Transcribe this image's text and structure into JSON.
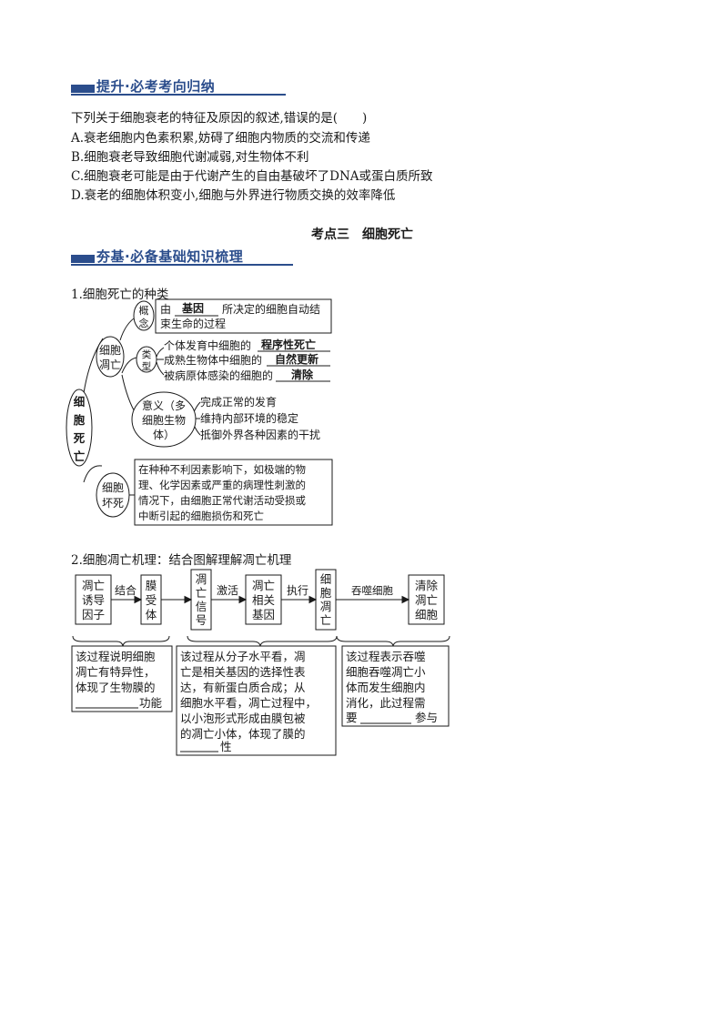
{
  "section1": {
    "title": "提升·必考考向归纳"
  },
  "question": {
    "stem": "下列关于细胞衰老的特征及原因的叙述,错误的是(　　)",
    "options": [
      "A.衰老细胞内色素积累,妨碍了细胞内物质的交流和传递",
      "B.细胞衰老导致细胞代谢减弱,对生物体不利",
      "C.细胞衰老可能是由于代谢产生的自由基破坏了DNA或蛋白质所致",
      "D.衰老的细胞体积变小,细胞与外界进行物质交换的效率降低"
    ]
  },
  "topic_title": "考点三　细胞死亡",
  "section2": {
    "title": "夯基·必备基础知识梳理"
  },
  "part1": {
    "heading": "1.细胞死亡的种类",
    "root": [
      "细",
      "胞",
      "死",
      "亡"
    ],
    "apoptosis": [
      "细胞",
      "凋亡"
    ],
    "necrosis": [
      "细胞",
      "坏死"
    ],
    "concept": [
      "概",
      "念"
    ],
    "concept_text": [
      "由",
      "基因",
      "所决定的细胞自动结",
      "束生命的过程"
    ],
    "types": [
      "类",
      "型"
    ],
    "type_items": [
      {
        "text": "个体发育中细胞的",
        "answer": "程序性死亡"
      },
      {
        "text": "成熟生物体中细胞的",
        "answer": "自然更新"
      },
      {
        "text": "被病原体感染的细胞的",
        "answer": "清除"
      }
    ],
    "meaning": [
      "意义（多",
      "细胞生物",
      "体）"
    ],
    "meaning_items": [
      "完成正常的发育",
      "维持内部环境的稳定",
      "抵御外界各种因素的干扰"
    ],
    "necrosis_text": [
      "在种种不利因素影响下，如极端的物",
      "理、化学因素或严重的病理性刺激的",
      "情况下，由细胞正常代谢活动受损或",
      "中断引起的细胞损伤和死亡"
    ]
  },
  "part2": {
    "heading": "2.细胞凋亡机理：结合图解理解凋亡机理",
    "boxes": {
      "inducer": [
        "凋亡",
        "诱导",
        "因子"
      ],
      "receptor": [
        "膜",
        "受",
        "体"
      ],
      "signal": [
        "凋",
        "亡",
        "信",
        "号"
      ],
      "genes": [
        "凋亡",
        "相关",
        "基因"
      ],
      "apoptosis": [
        "细",
        "胞",
        "凋",
        "亡"
      ],
      "clear": [
        "清除",
        "凋亡",
        "细胞"
      ]
    },
    "arrows": {
      "bind": "结合",
      "activate": "激活",
      "execute": "执行",
      "engulf": "吞噬细胞"
    },
    "note1": [
      "该过程说明细胞",
      "凋亡有特异性，",
      "体现了生物膜的",
      "功能"
    ],
    "note2": [
      "该过程从分子水平看，凋",
      "亡是相关基因的选择性表",
      "达，有新蛋白质合成；从",
      "细胞水平看，凋亡过程中，",
      "以小泡形式形成由膜包被",
      "的凋亡小体，体现了膜的",
      "性"
    ],
    "note3": [
      "该过程表示吞噬",
      "细胞吞噬凋亡小",
      "体而发生细胞内",
      "消化，此过程需",
      "要",
      "参与"
    ]
  }
}
